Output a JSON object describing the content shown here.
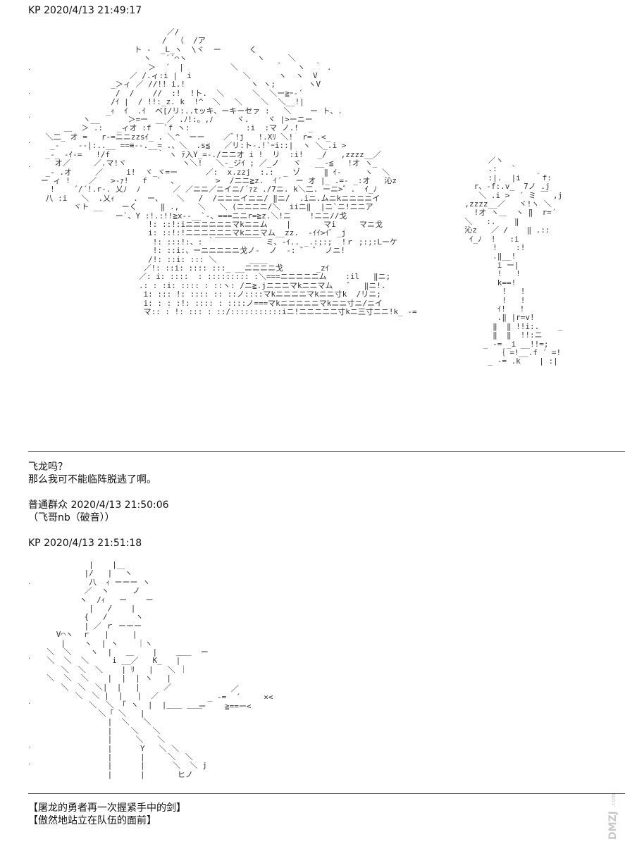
{
  "post1": {
    "header": "KP 2020/4/13 21:49:17",
    "lines": [
      "飞龙吗？",
      "那么我可不能临阵脱逃了啊。"
    ]
  },
  "post2": {
    "header": "普通群众 2020/4/13 21:50:06",
    "lines": [
      "（飞哥nb（破音））"
    ]
  },
  "post3": {
    "header": "KP 2020/4/13 21:51:18",
    "lines": [
      "【屠龙的勇者再一次握紧手中的剑】",
      "【傲然地站立在队伍的面前】"
    ]
  },
  "art1": "                              ／/\n                             /  （  /ア\n                       ト -  _L_ヽ  \\ヾ  ー      く\n                         ヽ   ´´⌒ヽ               ヽ     ＼\n                          ＞  ´  |          ＼        ｀   ヽ  ｀ .\n                      ／ /.ィ:i |  i           ＼      ヽ  ヽ  V\n                  _＞ィ ／ //!! i.!              ヽ ヽ;       ヽV\n                   /  /    //  :!  !ト.  ＼      ＼  ＼ー≧ｰ-´\n                  /ｲ |  / !!:_z. k  !^  ＼   ＼    ＼  ＼__!|\n                 _ｨ  ｲ  .ｲ  ベ[/リ:..tッキ、ーキーセァ :   ＼    ー ト、.\n            ヽ__      ＞=ー    ／ .ﾉ!:。,ﾉ     ヾ.    ヾ |>ーニー\n        ＿  ＞ .:   _ィオ :f ￣`f ヽ:            :i  :マ ノ.!  _\n    ＼二_ オ =   r-=ニニzzsｲ_ . ＼^  ーー    ／ﾞ!j   !.Xﾘ ＼!  r= .<_\n     _-    --|:..__ ==≡--.__= .、＼  .s≦   ／リ:ト-.!`ｰi::|  ヽ ＼_.i >\n    _-_ -ｲ-=   !/f          ｀ ヽ ﾃ入Y_=-./ニニオ i !  リ  :i!   _/   ,zzzz__／\n      オ／     ／.マ!ヾ            ヽ＼!   ＼-_ジｲ ; ／_ノ   ヾ   __-≦   !オ ヽ_\n    _- .オ     ／     i!  ヾ_ヾ=ー      ／:  x.zzj  :.:  _ ゾ     ‖ ｲ-     ヽ  ＼\n   ー ィ !    ／   >-ｧ!   f  `  、        >  /ニニ≧z.  ｲ´   ー オ |_ .=- _:オ   沁z\n     !    ´/´!.r-. 乂ﾉ  ﾉ       ／ ／ニニ／ニイニ/´ｧz ./7ニ. k＼二. ーニ>゛.  ｲ_ﾉ\n    八 :i   ＼  .乂ｨ    .  ー、   ＼   /  /ニニニイニニ/ ‖ニ/  .iニ.ムニkニニニニイ\n          ヾト __    ーく     ‖ .,    ＼   ＼ (ニニニニ/＼  iiニ‖  |ニ`ニ!ニニア\n                   ー`、Y :!.:!!≧x--__`-、===ニニr=≧z.＼!ニ    !ニニ//戈\n                          !: ::!:iニニニニニニマkニニム    |       マi     マニ戈\n                          i: ::!:!ニニニニニニマkニニマム__zz.  -ｲｲ>ｲ゛_j\n                           !: :::!:、: ｀￣￣￣￣￣￣ ミ、-ｲ.. _.:;:;  !ｒ ;:;:Lーケ\n                           !: ::i:、ーニニニニニ戈ノ-  ノ  -: ゛ ゛ ノニ!\n                          /!: ::i: ::: ＼       ____          \n                         ／!: ::i: :::: :::_ __ニニニニ戈       _zｲ\n                        ／: i: ::::  : ::::::::: :＼===ニニニニニム    :il   ‖ニ;\n                        .: : :i: :::: : ::ヽ: /ニ≧.jニニニマkニニマム   ゛  ‖ニ!.\n                         i: ::: !: :::: :: ::ノ::::マkニニニニマkニニ寸k  /リニ;\n                         i: : : :!: :::: : ::::ノ===マkニニニニニマkニニ寸ニ/ニイ\n                         マ:: : !: ::: : ::/:::::::::::iニ!ニニニニニ寸kニ三寸ニニ!k_ -=",
  "art1b": "                    ／ヽ\n                    .:   `\n                    :|.  |i   ｀f:\n                 r、-f:.v_  7ノ .j\n                  ＼ .i >  ´ ミ ￣ ,j!/\n               ,zzzz__／   ヾ!ヽ ＼\n                 !オ ヽ＿  ヽ ̄‖  r=´\n               ＼   :.    ‖\n               沁z   ／ /    ‖ .::\n                ｲ_ﾉ  !   :i\n                     !    :!\n                     .‖__!\n                      i ー|\n                      !   !\n                      k==!\n                       !   !\n                       !   !\n                      ｲ!   !\n                      .‖ |r=v!\n                     ‖  ‖ !!i:.    _\n                     ‖  ‖  !!:ニ\n                   _ -= _i __!!=;\n                      ｛ =!__.f ´ =!\n                    _ -= .k    | :|  /",
  "art2": "             |    |\n            |/   | ￣ヽ\n             八  ｨ ーーー ヽ\n            ／  ヽ     ノ\n           ヽ  /ｨ   ー    ー\n             |   /    |\n            {   /      ヽ\n            | ／ ｒ ーーー\n      V⌒ヽ  ｒ   |     |\n       |    ヽ  | ヽ    ｜ヽ\n    ＼  ＼    ヽ  |   ＿    |    ＿＿  ー\n    ＼  ＼  ＼     i __／   K_   |\n       ＼  ＼  ＼    | ﾘ   |   ＼ ｜\n    ＼  ＼  ＼    |  |  | ヽ   |\n       ＼  ＼  ＼|  |   |     ／\n          ＼  ＼ |  |   |  ／\n             ＼  ＼ 「 ヽ  |  |＿＿ ＿＿\n               ＼「 ＼   |\n                 |  ＼   ＼\n                 |    ＼   ＼\n                 |     ＼   ＼\n                 |      Y   ＼ ＼\n                 |      |     ＼  ＼\n                 |      |      ＼  ＼ j\n                 |      |       ヒノ",
  "art2b": "           ／\n      _ -=  ´     ×<\n    ー    ≧==ー<",
  "watermark_text": "dmzj.com"
}
